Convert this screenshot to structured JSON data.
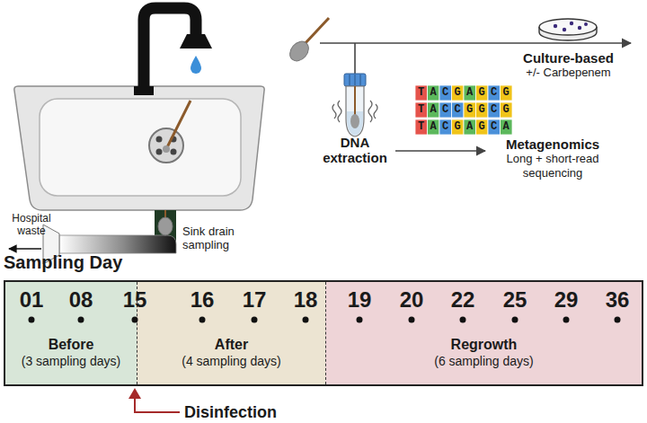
{
  "diagram": {
    "nodes": [
      {
        "text": [
          "Sampling Day"
        ]
      },
      {
        "text": [
          "Before",
          "(3 sampling days)"
        ],
        "in": 0
      },
      {
        "text": [
          "After",
          "(4 sampling days)"
        ],
        "in": 0
      },
      {
        "text": [
          "Regrowth",
          "(6 sampling days)"
        ],
        "in": 0
      },
      {
        "text": [
          "Culture-based",
          "+/- Carbepenem"
        ]
      },
      {
        "text": [
          "DNA extraction"
        ]
      },
      {
        "text": [
          "Metagenomics",
          "Long + short-read sequencing"
        ]
      }
    ],
    "edges": [
      {
        "from": 5,
        "to": 6,
        "arrow": "to"
      }
    ],
    "labels": [
      "Sink drain sampling",
      "Hospital waste",
      "TACGAGCG",
      "TACCGGCG",
      "TACGAGCA",
      "01",
      "08",
      "15",
      "16",
      "17",
      "18",
      "19",
      "20",
      "22",
      "25",
      "29",
      "36",
      "Disinfection"
    ]
  }
}
